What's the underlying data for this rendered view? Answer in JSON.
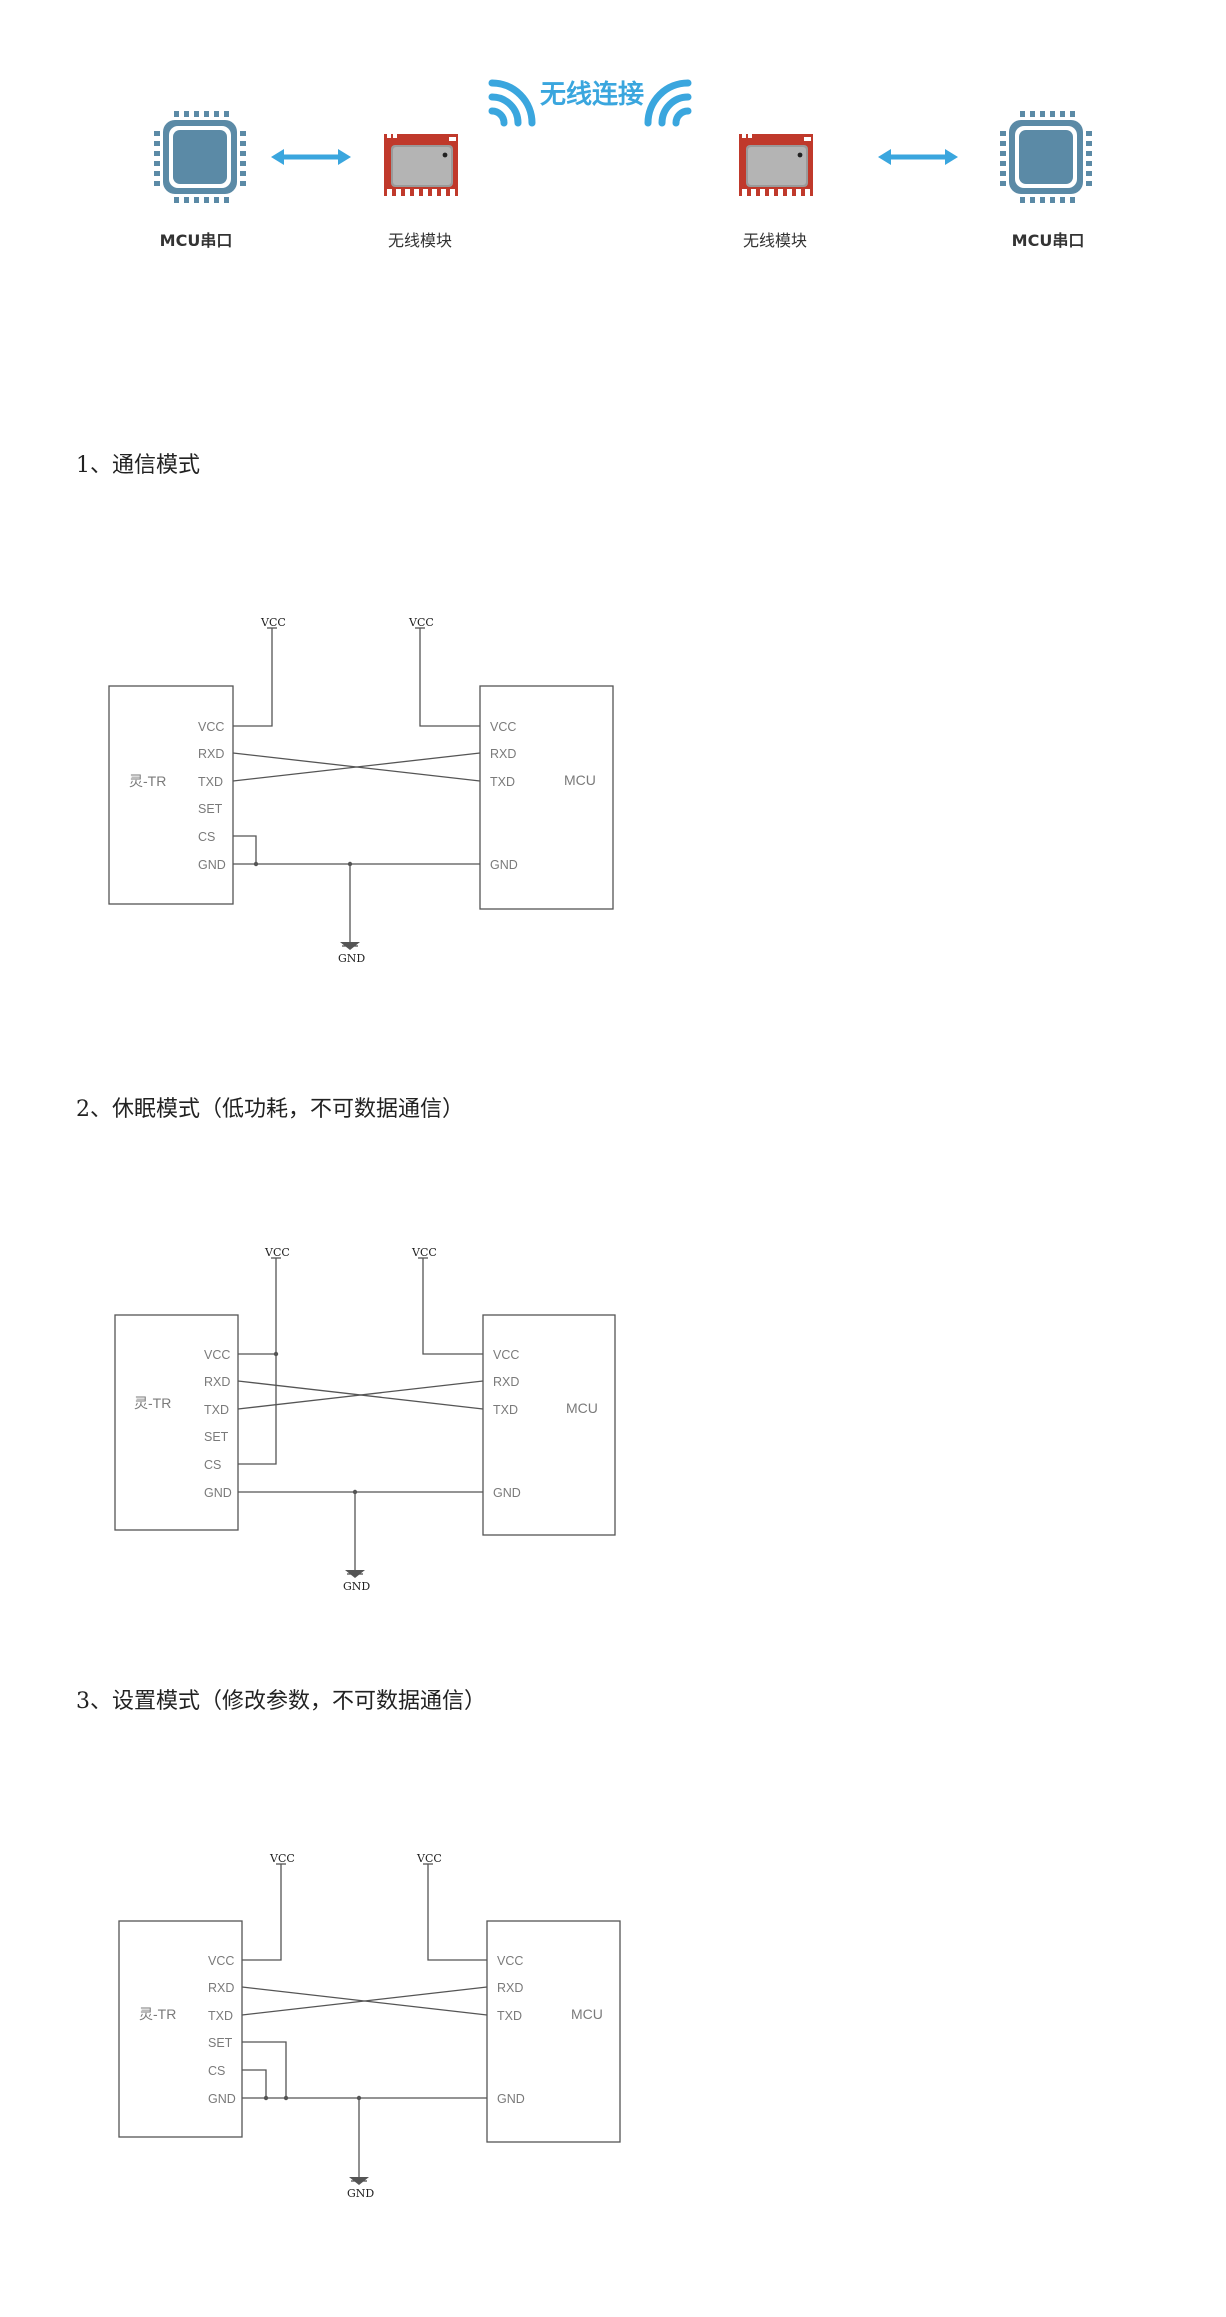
{
  "banner": {
    "title": "无线连接",
    "left_mcu_label": "MCU串口",
    "left_module_label": "无线模块",
    "right_module_label": "无线模块",
    "right_mcu_label": "MCU串口",
    "colors": {
      "chip": "#5b8aa6",
      "arrow": "#3aa6de",
      "module_red": "#c0392b"
    }
  },
  "sections": [
    {
      "heading": "1、通信模式",
      "module_label": "灵-TR",
      "mcu_label": "MCU",
      "vcc_label": "VCC",
      "gnd_label": "GND",
      "module_pins": [
        "VCC",
        "RXD",
        "TXD",
        "SET",
        "CS",
        "GND"
      ],
      "mcu_pins": [
        "VCC",
        "RXD",
        "TXD",
        "GND"
      ]
    },
    {
      "heading": "2、休眠模式（低功耗，不可数据通信）",
      "module_label": "灵-TR",
      "mcu_label": "MCU",
      "vcc_label": "VCC",
      "gnd_label": "GND",
      "module_pins": [
        "VCC",
        "RXD",
        "TXD",
        "SET",
        "CS",
        "GND"
      ],
      "mcu_pins": [
        "VCC",
        "RXD",
        "TXD",
        "GND"
      ]
    },
    {
      "heading": "3、设置模式（修改参数，不可数据通信）",
      "module_label": "灵-TR",
      "mcu_label": "MCU",
      "vcc_label": "VCC",
      "gnd_label": "GND",
      "module_pins": [
        "VCC",
        "RXD",
        "TXD",
        "SET",
        "CS",
        "GND"
      ],
      "mcu_pins": [
        "VCC",
        "RXD",
        "TXD",
        "GND"
      ]
    }
  ]
}
